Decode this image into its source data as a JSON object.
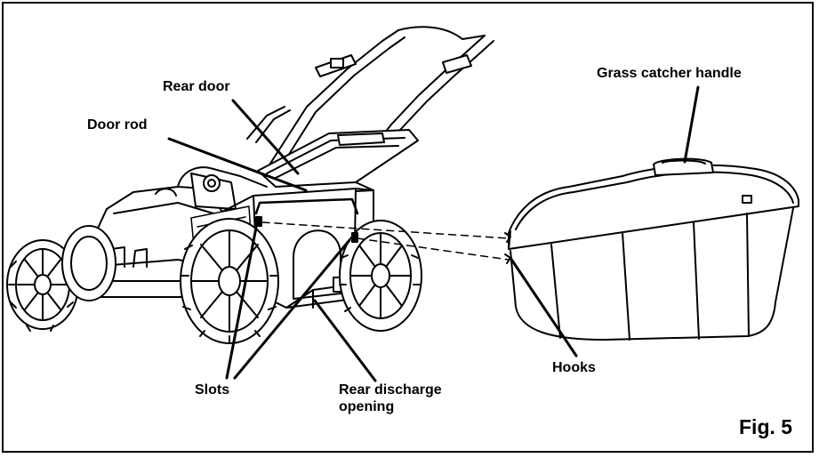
{
  "labels": {
    "rear_door": "Rear door",
    "door_rod": "Door rod",
    "grass_catcher_handle": "Grass catcher handle",
    "slots": "Slots",
    "rear_discharge_line1": "Rear discharge",
    "rear_discharge_line2": "opening",
    "hooks": "Hooks",
    "figure": "Fig. 5"
  },
  "colors": {
    "ink": "#000000",
    "paper": "#ffffff",
    "shade": "#8a8a8a"
  }
}
